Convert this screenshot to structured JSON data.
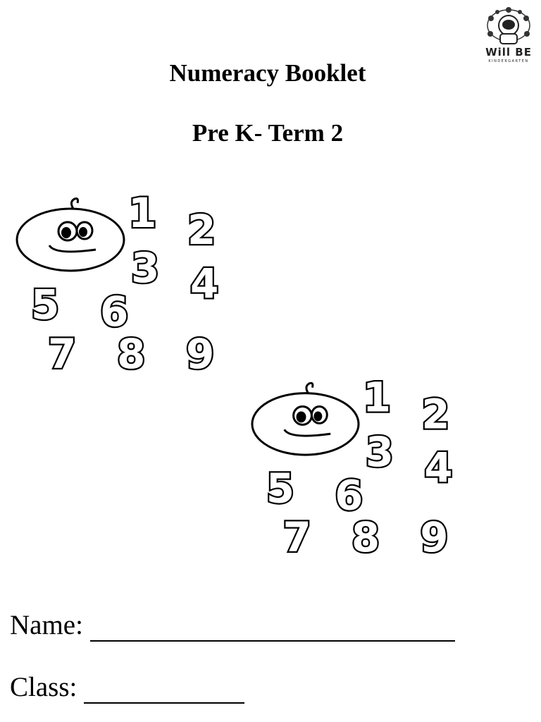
{
  "logo": {
    "brand": "Will BE",
    "sub": "KINDERGARTEN"
  },
  "header": {
    "title": "Numeracy Booklet",
    "subtitle": "Pre K- Term 2"
  },
  "illustration": {
    "icon": "smiley-face-with-numbers",
    "digits": [
      "1",
      "2",
      "3",
      "4",
      "5",
      "6",
      "7",
      "8",
      "9"
    ]
  },
  "form": {
    "name_label": "Name:",
    "class_label": "Class:"
  }
}
